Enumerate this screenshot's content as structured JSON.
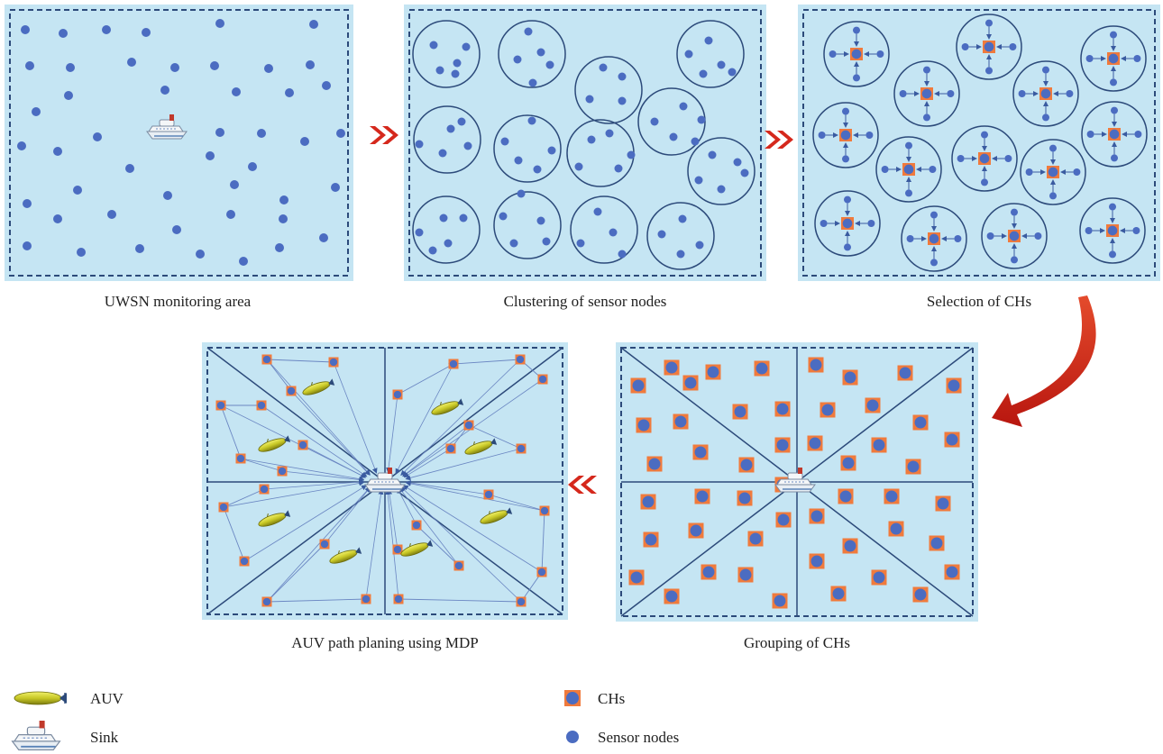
{
  "panels": {
    "monitoring": {
      "caption": "UWSN monitoring area"
    },
    "clustering": {
      "caption": "Clustering of sensor nodes"
    },
    "selection": {
      "caption": "Selection of CHs"
    },
    "grouping": {
      "caption": "Grouping of CHs"
    },
    "path": {
      "caption": "AUV path planing using MDP"
    }
  },
  "legend": {
    "auv": "AUV",
    "sink": "Sink",
    "chs": "CHs",
    "sensor_nodes": "Sensor nodes"
  },
  "colors": {
    "panel_fill": "#c5e5f3",
    "border": "#2c4a7a",
    "node": "#4b6cc1",
    "ch_square": "#f07a3c",
    "arrow_red": "#d5281c",
    "auv_body": "#c8c826"
  }
}
